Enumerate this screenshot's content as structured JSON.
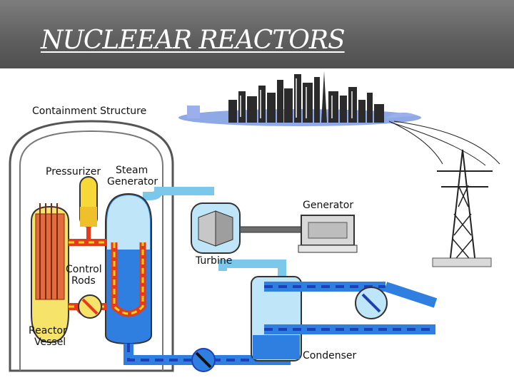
{
  "header": {
    "title": "NUCLEEAR  REACTORS"
  },
  "diagram": {
    "labels": {
      "containment": "Containment Structure",
      "pressurizer": "Pressurizer",
      "steam_generator_1": "Steam",
      "steam_generator_2": "Generator",
      "generator": "Generator",
      "turbine": "Turbine",
      "control_rods_1": "Control",
      "control_rods_2": "Rods",
      "reactor_vessel_1": "Reactor",
      "reactor_vessel_2": "Vessel",
      "condenser": "Condenser"
    }
  },
  "colors": {
    "header": "#5e5e5e",
    "primary_loop": "#e53b1a",
    "primary_loop_stripe": "#f5d31f",
    "coolant_water": "#2f7fe0",
    "coolant_dash": "#1d3fb8",
    "steam": "#a8dcf2",
    "skyline": "#222222"
  }
}
